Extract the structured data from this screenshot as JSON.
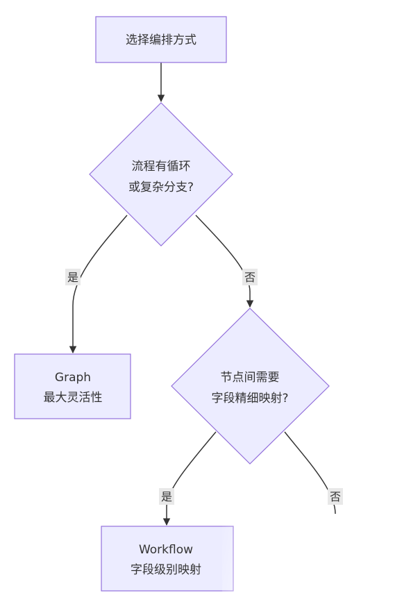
{
  "colors": {
    "node_fill": "#ececff",
    "node_stroke": "#9370db",
    "edge": "#333333",
    "label_bg": "#e8e8e8"
  },
  "nodes": {
    "start": {
      "line1": "选择编排方式"
    },
    "decision1": {
      "line1": "流程有循环",
      "line2": "或复杂分支?"
    },
    "graph": {
      "line1": "Graph",
      "line2": "最大灵活性"
    },
    "decision2": {
      "line1": "节点间需要",
      "line2": "字段精细映射?"
    },
    "workflow": {
      "line1": "Workflow",
      "line2": "字段级别映射"
    }
  },
  "edges": {
    "d1_yes": "是",
    "d1_no": "否",
    "d2_yes": "是",
    "d2_no": "否"
  }
}
